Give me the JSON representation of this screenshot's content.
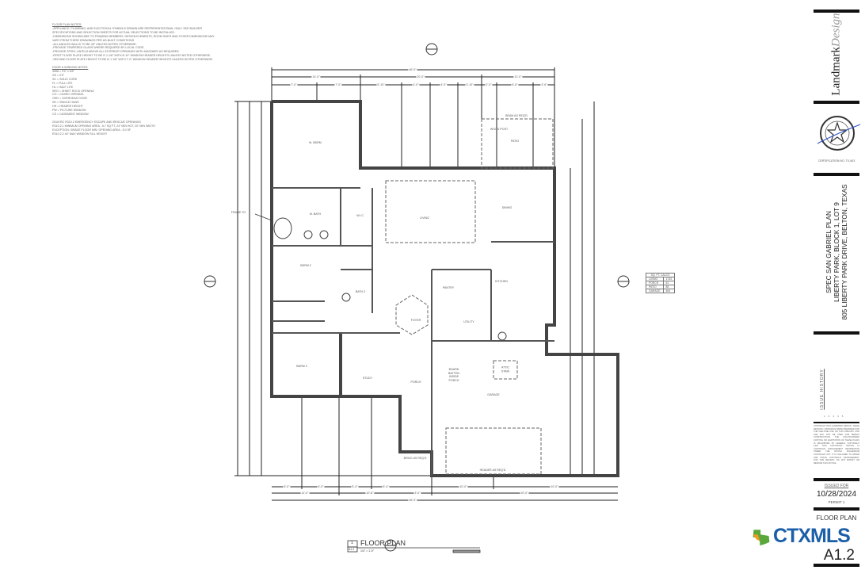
{
  "notes": {
    "floor_plan_title": "FLOOR PLAN NOTES:",
    "floor_plan": [
      "-APPLIANCE, PLUMBING, AND ELECTRICAL SYMBOLS DRAWN ARE REPRESENTATIONAL ONLY. SEE BUILDER",
      "SPECIFICATIONS AND SELECTION SHEETS FOR ACTUAL SELECTIONS TO BE INSTALLED.",
      "-DIMENSIONS SHOWN ARE TO FRAMING MEMBERS. DESIGN ELEMENTS, ROOM SIZES AND OTHER DIMENSIONS MAY",
      "VARY FROM THESE DRAWINGS PER AS-BUILT CONDITIONS.",
      "-ALL ANGLED WALLS TO BE 45° UNLESS NOTED OTHERWISE.",
      "-PROVIDE TEMPERED GLASS WHERE REQUIRED BY LOCAL CODE.",
      "-PROVIDE STEEL LINTELS ABOVE ALL EXTERIOR OPENINGS WITH MASONRY AS REQUIRED.",
      "-FIRST FLOOR PLATE HEIGHT TO BE 9'-1 1/8\" WITH 8'-10\" WINDOW HEADER HEIGHTS UNLESS NOTED OTHERWISE.",
      "-SECOND FLOOR PLATE HEIGHT TO BE 8'-1 1/8\" WITH 7'-0\" WINDOW HEADER HEIGHTS UNLESS NOTED OTHERWISE."
    ],
    "door_window_title": "DOOR & WINDOW NOTES:",
    "door_window": [
      "3068 = 3'0\" x 6'8\"",
      "2/0 = 2'0\"",
      "SC = SOLID CORE",
      "FL = FULL LITE",
      "HL = HALF LITE",
      "SRO = SHEET ROCK OPENING",
      "CO = CASED OPENING",
      "OHD = OVERHEAD DOOR",
      "SH = SINGLE HUNG",
      "HH = HEADER HEIGHT",
      "PW = PICTURE WINDOW",
      "CS = CASEMENT WINDOW"
    ],
    "egress": [
      "2018 IRC R310.2 EMERGENCY ESCAPE AND RESCUE OPENINGS",
      "R310.2.1 MINIMUM OPENING AREA - 5.7 SQ FT, 24\" MIN HGT, 20\" MIN WIDTH",
      "EXCEPTION: GRADE FLOOR MIN. OPENING AREA - 5.0 SF",
      "R310.2.2 44\" MAX WINDOW SILL HEIGHT"
    ]
  },
  "plan": {
    "rooms": [
      "M. BDRM",
      "M. BATH",
      "W.I.C.",
      "LIVING",
      "DINING",
      "PATIO",
      "KITCHEN",
      "PANTRY",
      "BDRM 2",
      "BDRM 3",
      "STUDY",
      "FOYER",
      "UTILITY",
      "GARAGE",
      "PORCH",
      "BATH 2",
      "BOARD BATTEN INSIDE PORCH",
      "ATTIC STAIR",
      "HEADER AS REQ'D",
      "BRICK AS REQ'D",
      "BEAM AS REQ'D",
      "WOOD POST"
    ],
    "dims_top": [
      "46'-0\"",
      "14'-0\"",
      "20'-0\"",
      "12'-0\"",
      "7'-0\"",
      "7'-0\"",
      "5'-10\"",
      "4'-0\"",
      "4'-0\"",
      "3'-10\"",
      "2'-0\"",
      "6'-6\"",
      "3'-6\""
    ],
    "dims_bottom": [
      "46'-0\"",
      "11'-0\"",
      "10'-8\"",
      "3'-0\"",
      "20'-0\"",
      "5'-0\"",
      "6'-0\"",
      "5'-4\"",
      "5'-4\"",
      "10'-0\"",
      "10'-0\""
    ],
    "sqft_title": "SQ. FT. CALCS",
    "sqft": [
      {
        "label": "LIVING",
        "value": "1733"
      },
      {
        "label": "PORCH",
        "value": "61"
      },
      {
        "label": "PATIO",
        "value": "88"
      },
      {
        "label": "GARAGE",
        "value": "484"
      }
    ],
    "callout": "FRAME TO",
    "plan_title": "FLOOR PLAN",
    "plan_number": "1",
    "sheet_ref": "A1.2",
    "scale": "1/4\" = 1'-0\""
  },
  "title_block": {
    "firm": "Landmark",
    "firm_script": "Design",
    "certification": "CERTIFICATION NO. TX-543",
    "project": [
      "SPEC SAN GABRIEL PLAN",
      "LIBERTY PARK, BLOCK 1, LOT 9",
      "805 LIBERTY PARK DRIVE, BELTON, TEXAS"
    ],
    "issue_history": "ISSUE HISTORY",
    "issue_numbers": [
      "1",
      "2",
      "3",
      "4",
      "5"
    ],
    "copyright": "COPYRIGHT 2024 LANDMARK DESIGN. THESE DESIGNS / DRAWINGS WERE PREPARED FOR THE ONE-TIME USE ON THIS SPECIFIC SITE AND MAY NOT BE USED FOR REPEAT CONSTRUCTION. THE UNAUTHORIZED COPYING OR ADAPTATION OF THESE PLANS IS PROHIBITED BY FEDERAL COPYRIGHT LAW. THIS COPYRIGHT NOTICE IS COPYRIGHT MANAGEMENT INFORMATION UNDER THE DIGITAL MILLENNIUM COPYRIGHT ACT. IT IS INCLUDED TO DETER AND TRACE COPYRIGHT INFRINGEMENT. FOR THIS REASON, DO NOT MODIFY OR REMOVE THIS NOTICE.",
    "issued_for_label": "ISSUED FOR",
    "issued_date": "10/28/2024",
    "issued_purpose": "PERMIT 1",
    "sheet_title": "FLOOR PLAN",
    "sheet_number": "A1.2"
  },
  "watermark": {
    "text": "CTXMLS",
    "colors": {
      "orange": "#f29a1f",
      "green": "#5aa83c",
      "blue": "#1b5fa8"
    }
  }
}
